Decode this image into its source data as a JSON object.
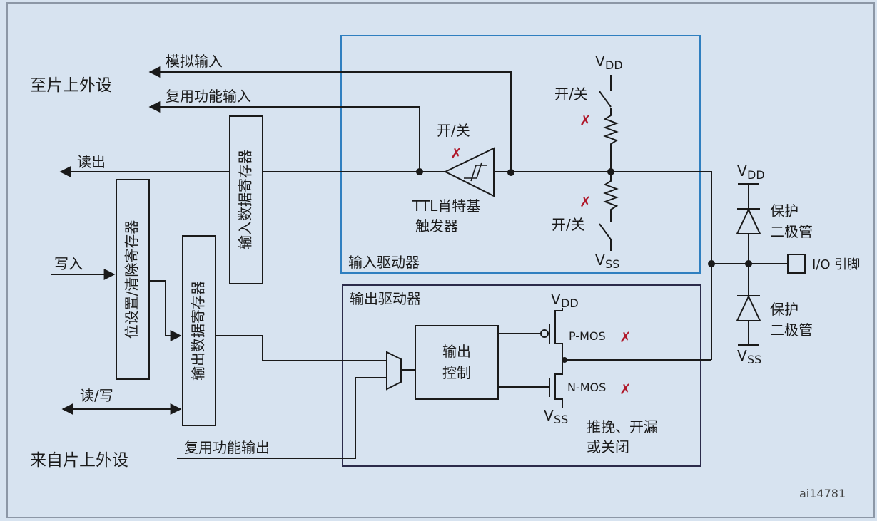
{
  "diagram": {
    "sources": {
      "to_peripherals": "至片上外设",
      "from_peripherals": "来自片上外设"
    },
    "signals": {
      "analog_input": "模拟输入",
      "alt_func_input": "复用功能输入",
      "read_out": "读出",
      "write_in": "写入",
      "read_write": "读/写",
      "alt_func_output": "复用功能输出"
    },
    "registers": {
      "input_data_register": "输入数据寄存器",
      "bit_set_reset_register": "位设置/清除寄存器",
      "output_data_register": "输出数据寄存器"
    },
    "input_driver": {
      "title": "输入驱动器",
      "schmitt_label_line1": "TTL肖特基",
      "schmitt_label_line2": "触发器",
      "schmitt_switch": "开/关",
      "pullup_switch": "开/关",
      "pulldown_switch": "开/关",
      "vdd_main": "V",
      "vdd_sub": "DD",
      "vss_main": "V",
      "vss_sub": "SS"
    },
    "output_driver": {
      "title": "输出驱动器",
      "control_line1": "输出",
      "control_line2": "控制",
      "pmos": "P-MOS",
      "nmos": "N-MOS",
      "mode_line1": "推挽、开漏",
      "mode_line2": "或关闭",
      "vdd_main": "V",
      "vdd_sub": "DD",
      "vss_main": "V",
      "vss_sub": "SS"
    },
    "protection": {
      "top_line1": "保护",
      "top_line2": "二极管",
      "bottom_line1": "保护",
      "bottom_line2": "二极管",
      "vdd_main": "V",
      "vdd_sub": "DD",
      "vss_main": "V",
      "vss_sub": "SS"
    },
    "io_pin": "I/O 引脚",
    "disabled_mark": "✗",
    "figure_id": "ai14781",
    "colors": {
      "background": "#d7e3f0",
      "input_box": "#2f7fc0",
      "output_box": "#2b2b4a",
      "line": "#1a1a1a",
      "cross": "#b0182a"
    }
  }
}
